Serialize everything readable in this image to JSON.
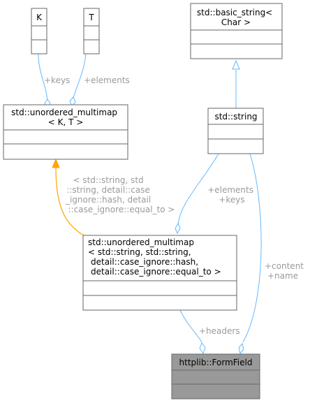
{
  "colors": {
    "box_fill": "#ffffff",
    "box_stroke": "#666666",
    "highlight_fill": "#999999",
    "relation_edge": "#63b8ff",
    "inherit_edge": "#ffa500",
    "edge_label": "#9a9a9a"
  },
  "nodes": {
    "k": {
      "lines": [
        "K"
      ]
    },
    "t": {
      "lines": [
        "T"
      ]
    },
    "basic_string": {
      "lines": [
        "std::basic_string<",
        "Char >"
      ]
    },
    "unordered_multimap_kt": {
      "lines": [
        "std::unordered_multimap",
        "< K, T >"
      ]
    },
    "string": {
      "lines": [
        "std::string"
      ]
    },
    "unordered_multimap_specialized": {
      "lines": [
        "std::unordered_multimap",
        "< std::string, std::string,",
        "detail::case_ignore::hash,",
        "detail::case_ignore::equal_to >"
      ]
    },
    "formfield": {
      "lines": [
        "httplib::FormField"
      ]
    }
  },
  "edges": {
    "keys": {
      "label": [
        "+keys"
      ]
    },
    "elements": {
      "label": [
        "+elements"
      ]
    },
    "template_args": {
      "label": [
        "< std::string, std",
        "::string, detail::case",
        "_ignore::hash, detail",
        "::case_ignore::equal_to >"
      ]
    },
    "elements_keys": {
      "label": [
        "+elements",
        "+keys"
      ]
    },
    "content_name": {
      "label": [
        "+content",
        "+name"
      ]
    },
    "headers": {
      "label": [
        "+headers"
      ]
    }
  }
}
